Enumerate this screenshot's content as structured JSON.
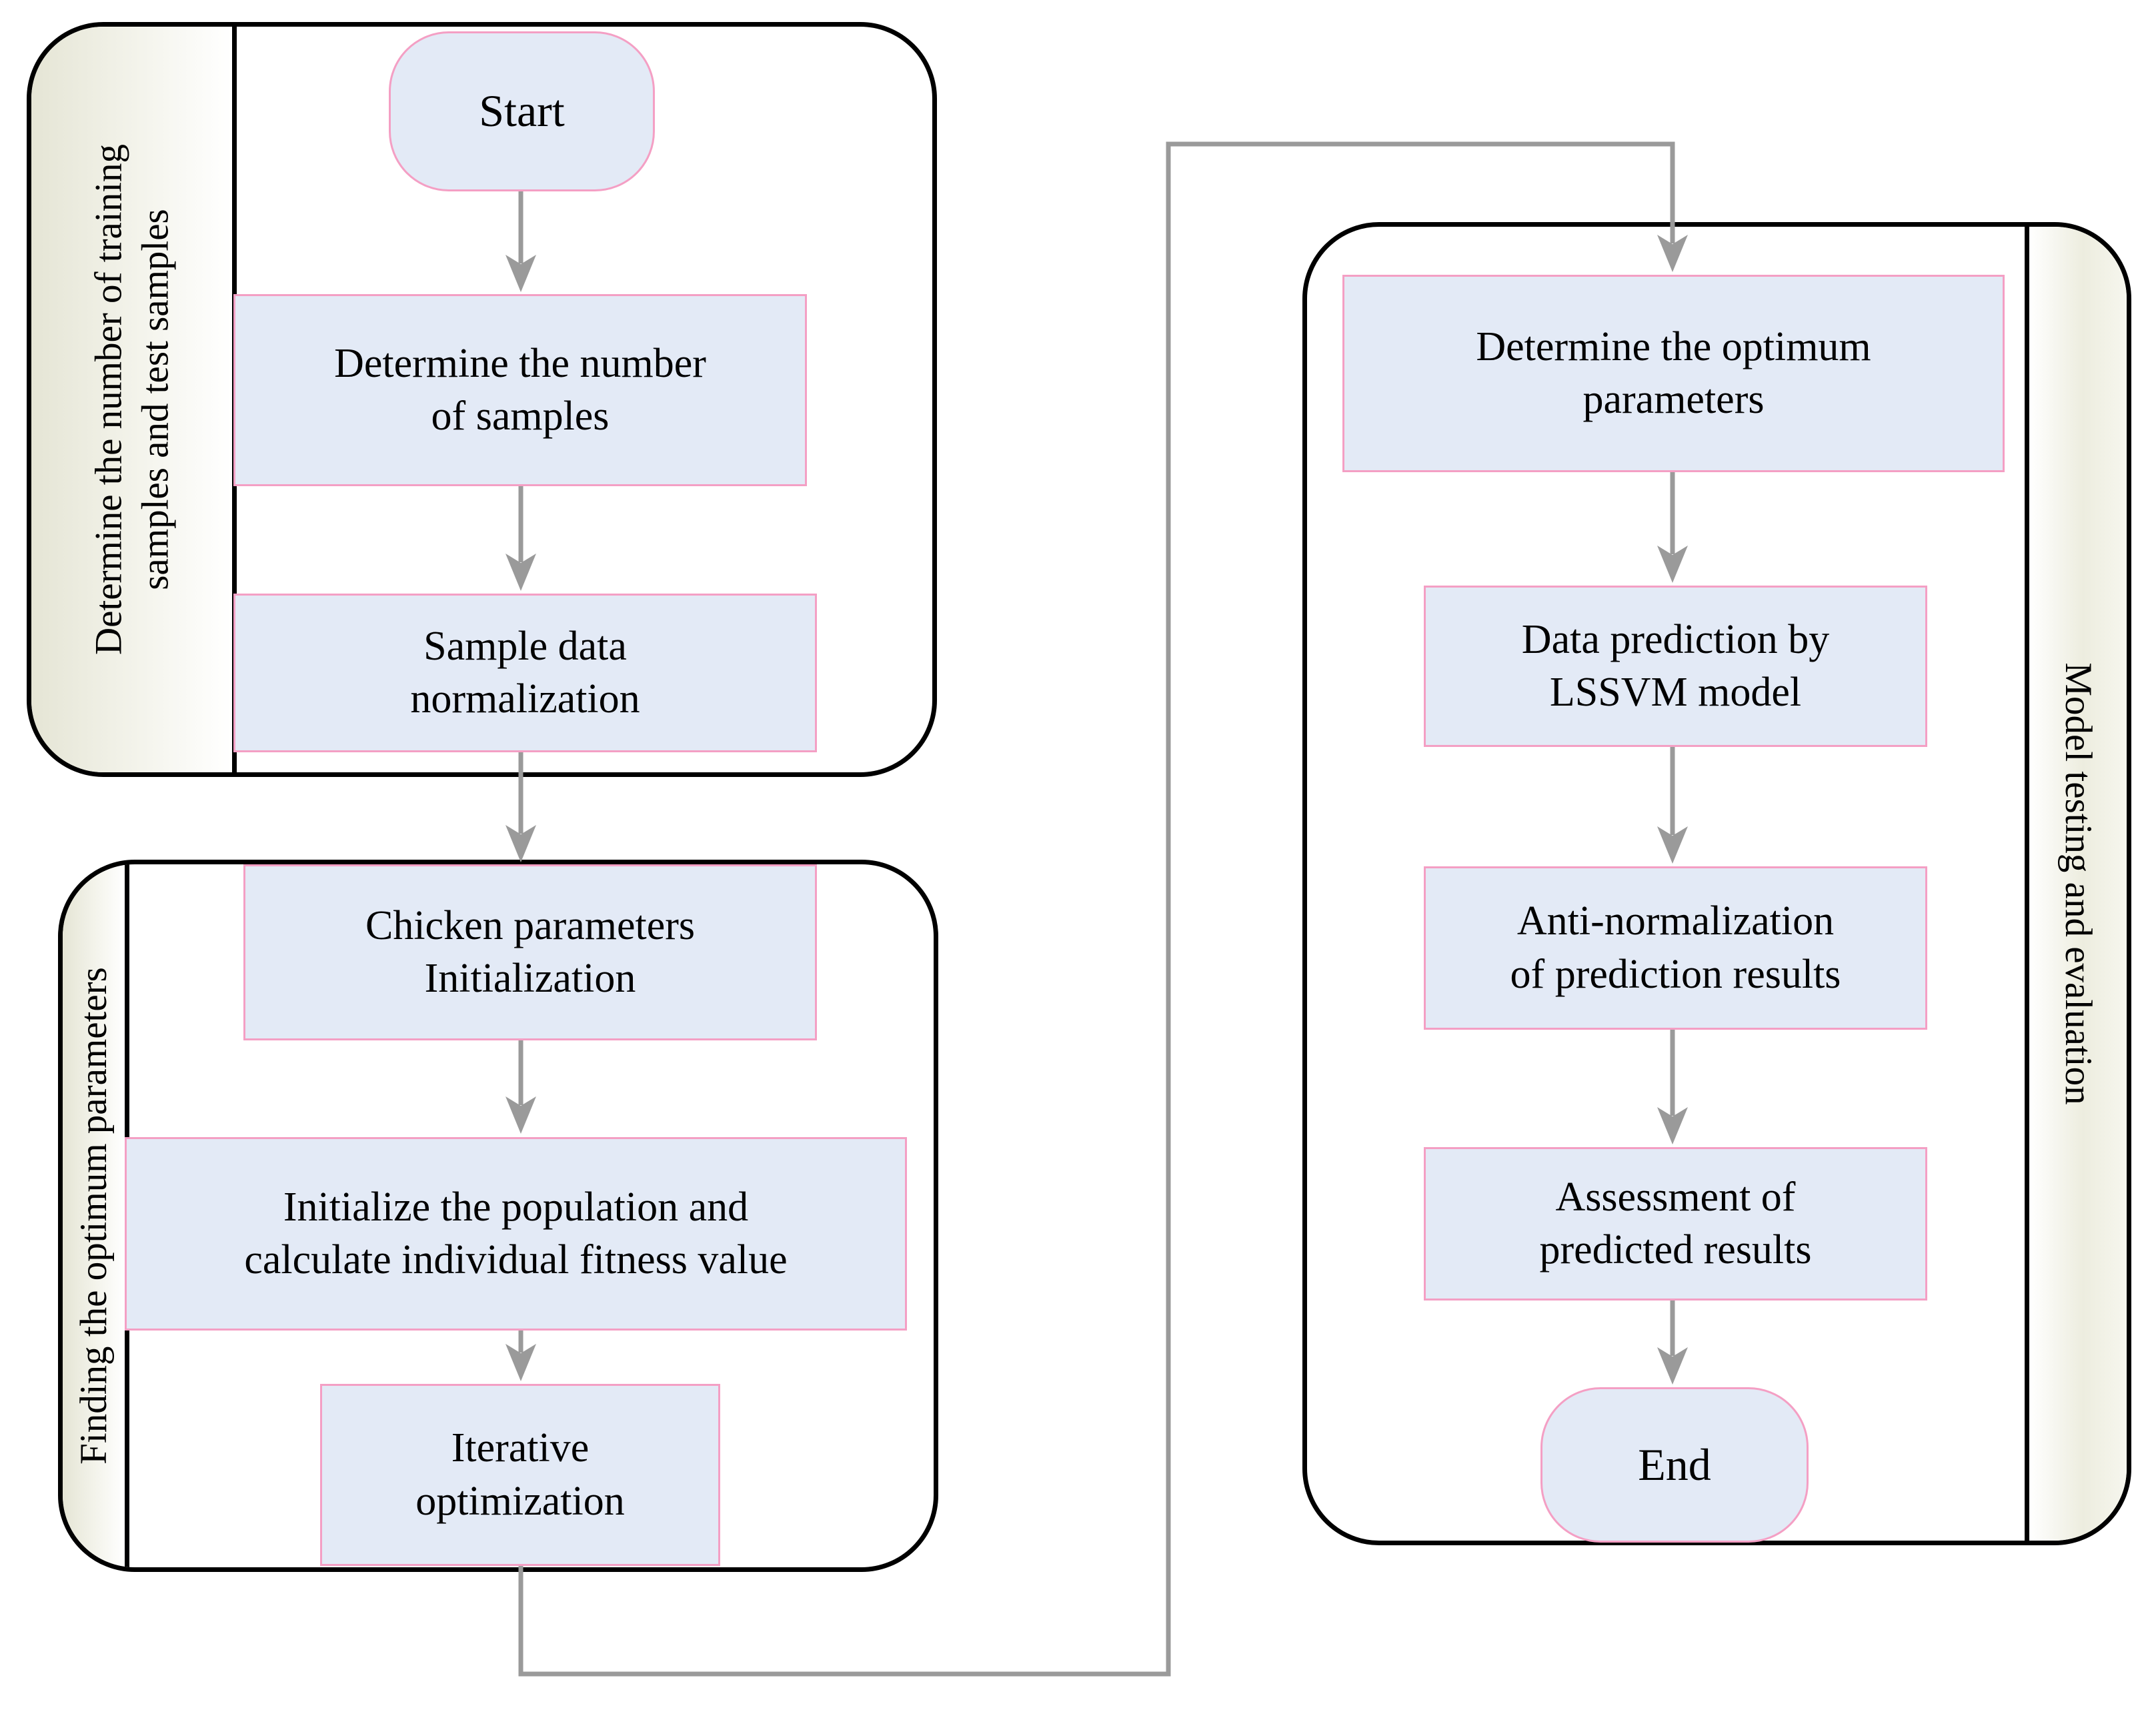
{
  "groups": {
    "training": {
      "label": "Determine the number of training\nsamples and test samples"
    },
    "optimum": {
      "label": "Finding the optimum parameters"
    },
    "testing": {
      "label": "Model testing and evaluation"
    }
  },
  "nodes": {
    "start": {
      "label": "Start"
    },
    "determine_samples": {
      "label": "Determine the number\nof samples"
    },
    "normalization": {
      "label": "Sample data\nnormalization"
    },
    "chicken_init": {
      "label": "Chicken parameters\nInitialization"
    },
    "init_population": {
      "label": "Initialize the population and\ncalculate individual fitness value"
    },
    "iterative": {
      "label": "Iterative\noptimization"
    },
    "optimum_params": {
      "label": "Determine the optimum\nparameters"
    },
    "prediction": {
      "label": "Data prediction by\nLSSVM model"
    },
    "anti_norm": {
      "label": "Anti-normalization\nof prediction results"
    },
    "assessment": {
      "label": "Assessment of\npredicted results"
    },
    "end": {
      "label": "End"
    }
  },
  "colors": {
    "node_border_pink": "#f49fc4",
    "node_fill_blue": "#e3eaf6",
    "arrow_gray": "#9a9a9a",
    "container_border_black": "#000000",
    "strip_beige": "#e8e8d9"
  }
}
